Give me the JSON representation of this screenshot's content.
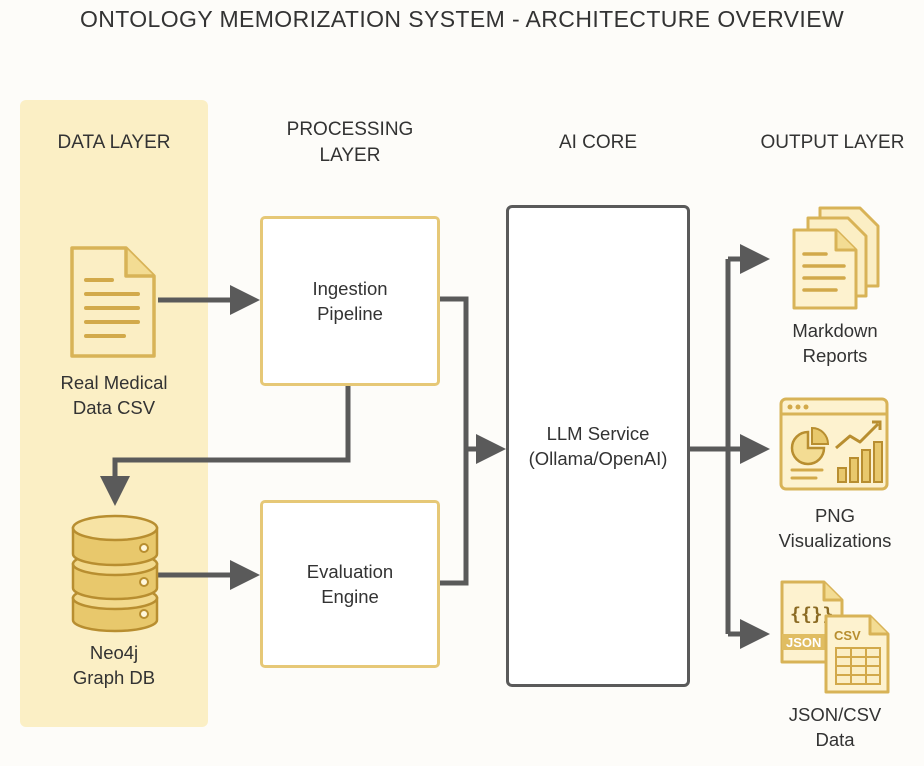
{
  "title": "ONTOLOGY MEMORIZATION SYSTEM - ARCHITECTURE OVERVIEW",
  "columns": {
    "data": "DATA LAYER",
    "processing": [
      "PROCESSING",
      "LAYER"
    ],
    "ai": "AI CORE",
    "output": "OUTPUT LAYER"
  },
  "data_layer": {
    "csv": [
      "Real Medical",
      "Data CSV"
    ],
    "db": [
      "Neo4j",
      "Graph DB"
    ]
  },
  "processing_layer": {
    "ingestion": [
      "Ingestion",
      "Pipeline"
    ],
    "evaluation": [
      "Evaluation",
      "Engine"
    ]
  },
  "ai_core": {
    "llm": [
      "LLM Service",
      "(Ollama/OpenAI)"
    ]
  },
  "output_layer": {
    "markdown": [
      "Markdown",
      "Reports"
    ],
    "png": [
      "PNG",
      "Visualizations"
    ],
    "json_csv": [
      "JSON/CSV",
      "Data"
    ],
    "json_badge": "JSON",
    "csv_badge": "CSV"
  },
  "colors": {
    "gold": "#e6c877",
    "gold_dark": "#d2a94a",
    "band": "#fbefc5",
    "arrow": "#5a5a5a"
  }
}
